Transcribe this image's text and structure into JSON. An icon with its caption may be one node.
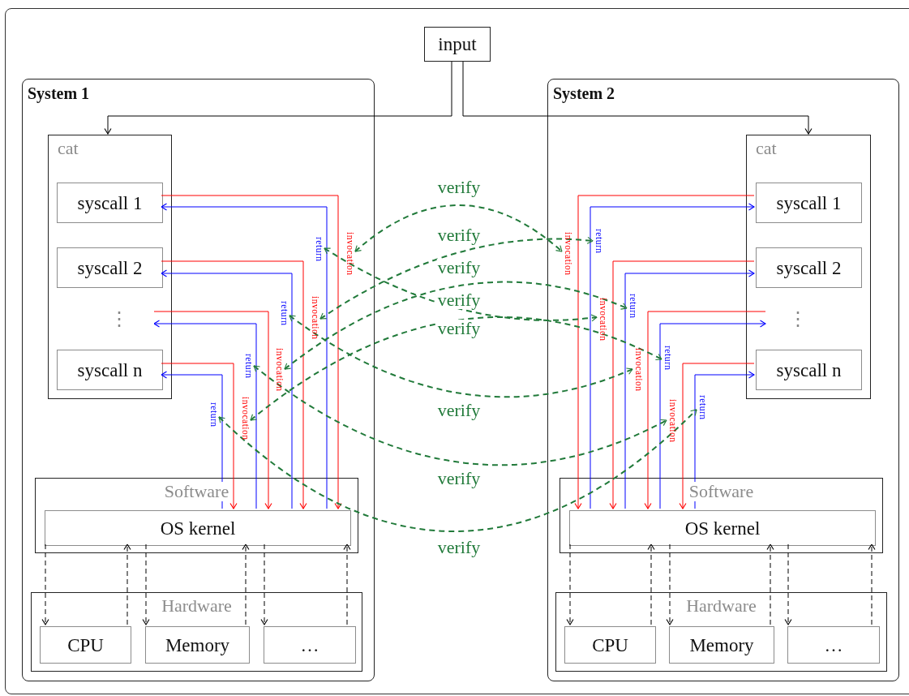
{
  "diagram": {
    "nodes": [
      {
        "text": [
          "input"
        ]
      },
      {
        "text": [
          "System 1"
        ]
      },
      {
        "text": [
          "cat"
        ],
        "in": 1
      },
      {
        "text": [
          "syscall 1"
        ],
        "in": 2
      },
      {
        "text": [
          "syscall 2"
        ],
        "in": 2
      },
      {
        "text": [
          "⋮"
        ],
        "in": 2
      },
      {
        "text": [
          "syscall n"
        ],
        "in": 2
      },
      {
        "text": [
          "Software"
        ],
        "in": 1
      },
      {
        "text": [
          "OS kernel"
        ],
        "in": 7
      },
      {
        "text": [
          "Hardware"
        ],
        "in": 1
      },
      {
        "text": [
          "CPU"
        ],
        "in": 9
      },
      {
        "text": [
          "Memory"
        ],
        "in": 9
      },
      {
        "text": [
          "…"
        ],
        "in": 9
      },
      {
        "text": [
          "System 2"
        ]
      },
      {
        "text": [
          "cat"
        ],
        "in": 13
      },
      {
        "text": [
          "syscall 1"
        ],
        "in": 14
      },
      {
        "text": [
          "syscall 2"
        ],
        "in": 14
      },
      {
        "text": [
          "⋮"
        ],
        "in": 14
      },
      {
        "text": [
          "syscall n"
        ],
        "in": 14
      },
      {
        "text": [
          "Software"
        ],
        "in": 13
      },
      {
        "text": [
          "OS kernel"
        ],
        "in": 19
      },
      {
        "text": [
          "Hardware"
        ],
        "in": 13
      },
      {
        "text": [
          "CPU"
        ],
        "in": 21
      },
      {
        "text": [
          "Memory"
        ],
        "in": 21
      },
      {
        "text": [
          "…"
        ],
        "in": 21
      },
      {
        "text": [
          "invocation"
        ],
        "in": 1
      },
      {
        "text": [
          "return"
        ],
        "in": 1
      },
      {
        "text": [
          "invocation"
        ],
        "in": 1
      },
      {
        "text": [
          "return"
        ],
        "in": 1
      },
      {
        "text": [
          "invocation"
        ],
        "in": 1
      },
      {
        "text": [
          "return"
        ],
        "in": 1
      },
      {
        "text": [
          "invocation"
        ],
        "in": 1
      },
      {
        "text": [
          "return"
        ],
        "in": 1
      },
      {
        "text": [
          "invocation"
        ],
        "in": 13
      },
      {
        "text": [
          "return"
        ],
        "in": 13
      },
      {
        "text": [
          "invocation"
        ],
        "in": 13
      },
      {
        "text": [
          "return"
        ],
        "in": 13
      },
      {
        "text": [
          "invocation"
        ],
        "in": 13
      },
      {
        "text": [
          "return"
        ],
        "in": 13
      },
      {
        "text": [
          "invocation"
        ],
        "in": 13
      },
      {
        "text": [
          "return"
        ],
        "in": 13
      }
    ],
    "edges": [
      {
        "from": 0,
        "to": 2,
        "arrow": "to"
      },
      {
        "from": 0,
        "to": 14,
        "arrow": "to"
      },
      {
        "from": 3,
        "to": 8,
        "arrow": "to",
        "color": "#ff0000"
      },
      {
        "from": 8,
        "to": 3,
        "arrow": "to",
        "color": "#0000ff"
      },
      {
        "from": 4,
        "to": 8,
        "arrow": "to",
        "color": "#ff0000"
      },
      {
        "from": 8,
        "to": 4,
        "arrow": "to",
        "color": "#0000ff"
      },
      {
        "from": 5,
        "to": 8,
        "arrow": "to",
        "color": "#ff0000"
      },
      {
        "from": 8,
        "to": 5,
        "arrow": "to",
        "color": "#0000ff"
      },
      {
        "from": 6,
        "to": 8,
        "arrow": "to",
        "color": "#ff0000"
      },
      {
        "from": 8,
        "to": 6,
        "arrow": "to",
        "color": "#0000ff"
      },
      {
        "from": 8,
        "to": 10,
        "arrow": "to",
        "style": "dashed"
      },
      {
        "from": 10,
        "to": 8,
        "arrow": "to",
        "style": "dashed"
      },
      {
        "from": 8,
        "to": 11,
        "arrow": "to",
        "style": "dashed"
      },
      {
        "from": 11,
        "to": 8,
        "arrow": "to",
        "style": "dashed"
      },
      {
        "from": 8,
        "to": 12,
        "arrow": "to",
        "style": "dashed"
      },
      {
        "from": 12,
        "to": 8,
        "arrow": "to",
        "style": "dashed"
      },
      {
        "from": 15,
        "to": 20,
        "arrow": "to",
        "color": "#ff0000"
      },
      {
        "from": 20,
        "to": 15,
        "arrow": "to",
        "color": "#0000ff"
      },
      {
        "from": 16,
        "to": 20,
        "arrow": "to",
        "color": "#ff0000"
      },
      {
        "from": 20,
        "to": 16,
        "arrow": "to",
        "color": "#0000ff"
      },
      {
        "from": 17,
        "to": 20,
        "arrow": "to",
        "color": "#ff0000"
      },
      {
        "from": 20,
        "to": 17,
        "arrow": "to",
        "color": "#0000ff"
      },
      {
        "from": 18,
        "to": 20,
        "arrow": "to",
        "color": "#ff0000"
      },
      {
        "from": 20,
        "to": 18,
        "arrow": "to",
        "color": "#0000ff"
      },
      {
        "from": 20,
        "to": 22,
        "arrow": "to",
        "style": "dashed"
      },
      {
        "from": 22,
        "to": 20,
        "arrow": "to",
        "style": "dashed"
      },
      {
        "from": 20,
        "to": 23,
        "arrow": "to",
        "style": "dashed"
      },
      {
        "from": 23,
        "to": 20,
        "arrow": "to",
        "style": "dashed"
      },
      {
        "from": 20,
        "to": 24,
        "arrow": "to",
        "style": "dashed"
      },
      {
        "from": 24,
        "to": 20,
        "arrow": "to",
        "style": "dashed"
      },
      {
        "from": 25,
        "to": 33,
        "arrow": "both",
        "label": "verify",
        "style": "dashed",
        "color": "#217a3a"
      },
      {
        "from": 27,
        "to": 34,
        "arrow": "both",
        "label": "verify",
        "style": "dashed",
        "color": "#217a3a"
      },
      {
        "from": 29,
        "to": 36,
        "arrow": "both",
        "label": "verify",
        "style": "dashed",
        "color": "#217a3a"
      },
      {
        "from": 26,
        "to": 35,
        "arrow": "both",
        "label": "verify",
        "style": "dashed",
        "color": "#217a3a"
      },
      {
        "from": 31,
        "to": 38,
        "arrow": "both",
        "label": "verify",
        "style": "dashed",
        "color": "#217a3a"
      },
      {
        "from": 28,
        "to": 37,
        "arrow": "both",
        "label": "verify",
        "style": "dashed",
        "color": "#217a3a"
      },
      {
        "from": 30,
        "to": 39,
        "arrow": "both",
        "label": "verify",
        "style": "dashed",
        "color": "#217a3a"
      },
      {
        "from": 32,
        "to": 40,
        "arrow": "both",
        "label": "verify",
        "style": "dashed",
        "color": "#217a3a"
      }
    ]
  }
}
